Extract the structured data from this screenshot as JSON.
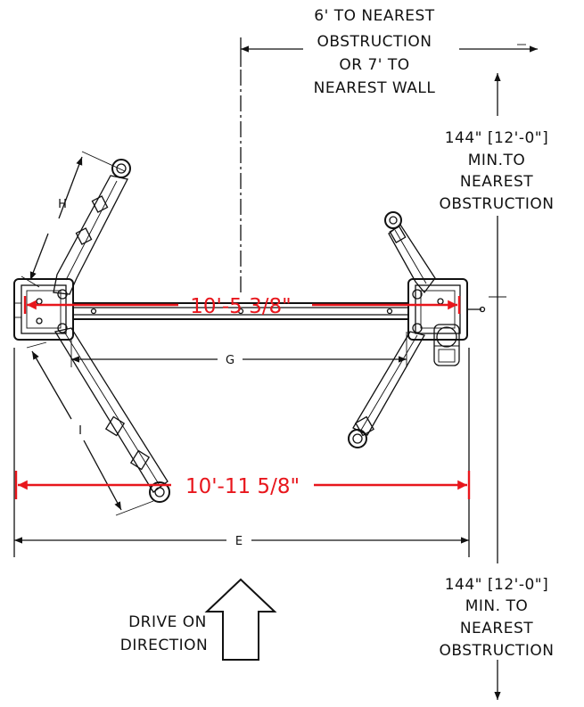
{
  "colors": {
    "ink": "#111111",
    "dimension_red": "#e8161c",
    "background": "#ffffff"
  },
  "top_note": {
    "line1": "6'  TO NEAREST",
    "line2": "OBSTRUCTION",
    "line3": "OR 7' TO",
    "line4": "NEAREST WALL"
  },
  "right_top_note": {
    "line1": "144\"  [12'-0\"]",
    "line2": "MIN.TO",
    "line3": "NEAREST",
    "line4": "OBSTRUCTION"
  },
  "right_bottom_note": {
    "line1": "144\"  [12'-0\"]",
    "line2": "MIN.  TO",
    "line3": "NEAREST",
    "line4": "OBSTRUCTION"
  },
  "dimensions": {
    "h_label": "H",
    "i_label": "I",
    "g_label": "G",
    "e_label": "E",
    "inner_width": "10'-5 3/8\"",
    "outer_width": "10'-11 5/8\""
  },
  "drive_note": {
    "line1": "DRIVE  ON",
    "line2": "DIRECTION"
  },
  "icons": {
    "drive_arrow": "up-arrow-icon",
    "lift_column": "lift-column-icon",
    "lift_arm": "lift-arm-icon"
  }
}
